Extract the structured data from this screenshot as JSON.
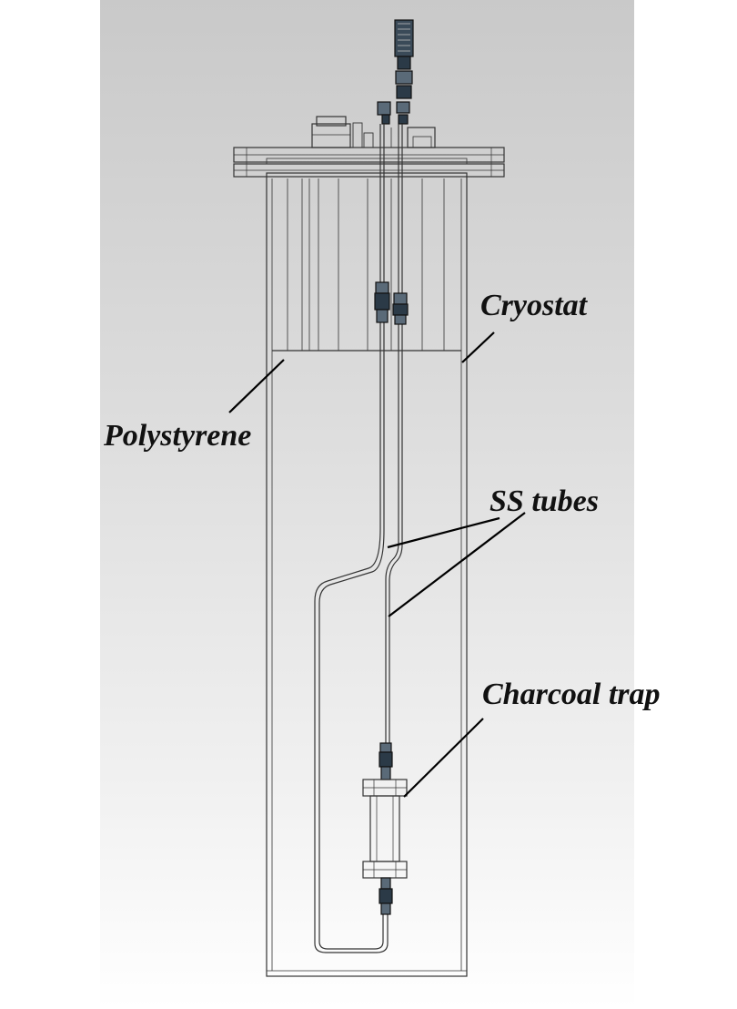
{
  "labels": {
    "cryostat": "Cryostat",
    "polystyrene": "Polystyrene",
    "ss_tubes": "SS tubes",
    "charcoal_trap": "Charcoal trap"
  },
  "colors": {
    "line": "#333333",
    "leader": "#000000",
    "fitting_dark": "#2b3a47"
  }
}
